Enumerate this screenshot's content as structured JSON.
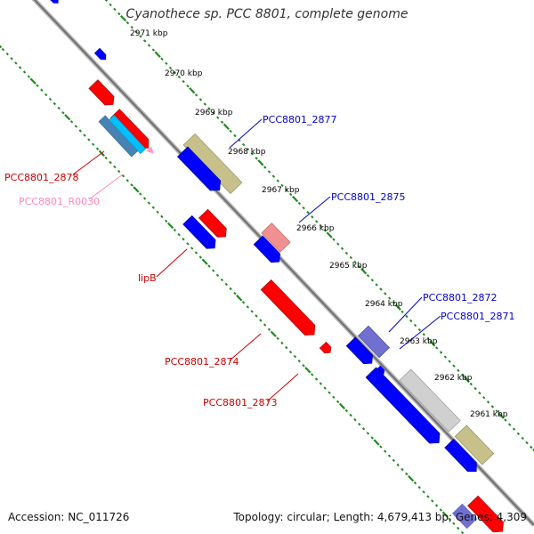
{
  "title": "Cyanothece sp. PCC 8801, complete genome",
  "footer": {
    "accession": "Accession: NC_011726",
    "summary": "Topology: circular; Length: 4,679,413 bp; Genes: 4,309"
  },
  "colors": {
    "backbone": "#808080",
    "tick": "#1e8a1e",
    "forward_cds": "#ff0000",
    "reverse_cds": "#0000ff",
    "rna": "#ff9acb",
    "label_red": "#cc0000",
    "label_blue": "#0000cc",
    "label_pink": "#ff88bb"
  },
  "kbp_labels": [
    "2971 kbp",
    "2970 kbp",
    "2969 kbp",
    "2968 kbp",
    "2967 kbp",
    "2966 kbp",
    "2965 kbp",
    "2964 kbp",
    "2963 kbp",
    "2962 kbp",
    "2961 kbp"
  ],
  "gene_labels": {
    "g2877": "PCC8801_2877",
    "g2875": "PCC8801_2875",
    "g2872": "PCC8801_2872",
    "g2871": "PCC8801_2871",
    "g2878": "PCC8801_2878",
    "r0030": "PCC8801_R0030",
    "lipb": "lipB",
    "g2874": "PCC8801_2874",
    "g2873": "PCC8801_2873"
  }
}
